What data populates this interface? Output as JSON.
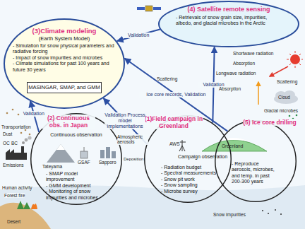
{
  "diagram": {
    "nodes": [
      {
        "text": [
          "(3)Climate modeling",
          "(Earth System Model)",
          "- Simulation for snow physical parameters and radiative forcing",
          "- Impact of snow impurities and microbes",
          "- Climate simulations for past 100 years and future 30 years"
        ]
      },
      {
        "text": [
          "MASINGAR, SMAP, and GMM"
        ],
        "in": 0
      },
      {
        "text": [
          "(4) Satellite remote sensing",
          "- Retrievals of snow grain size, impurities, albedo, and glacial microbes in the Arctic"
        ]
      },
      {
        "text": [
          "(2) Continuous obs. in Japan",
          "Continuous observation",
          "- SMAP model improvement",
          "- GMM development",
          "- Monitoring of snow impurities and microbes"
        ]
      },
      {
        "text": [
          "(1)Field campaign in Greenland",
          "Campaign observation",
          "- Radiation budget",
          "- Spectral measurements",
          "- Snow pit work",
          "- Snow sampling",
          "- Microbe survey"
        ]
      },
      {
        "text": [
          "(5) Ice core drilling",
          "- Reproduce aerosols, microbes, and temp. in past 200-300 years"
        ]
      }
    ],
    "edges": [
      {
        "from": 2,
        "to": 0,
        "label": "Validation",
        "arrow": "to"
      },
      {
        "from": 4,
        "to": 2,
        "label": "Validation",
        "arrow": "to"
      },
      {
        "from": 5,
        "to": 0,
        "label": "Ice core records, Validation",
        "arrow": "to"
      },
      {
        "from": 4,
        "to": 0,
        "label": "Validation Process model implementations",
        "arrow": "to"
      },
      {
        "from": 3,
        "to": 0,
        "label": "Validation",
        "arrow": "to"
      }
    ],
    "labels": [
      "Dust",
      "Transportation",
      "OC",
      "BC",
      "Emissions",
      "Human activity",
      "Forest fire",
      "Desert",
      "Tateyama",
      "GSAF",
      "Sapporo",
      "Atmospheric aerosols",
      "Deposition",
      "AWS",
      "Greenland",
      "Glacial microbes",
      "Snow impurities",
      "Shortwave radiation",
      "Longwave radiation",
      "Absorption",
      "Absorption",
      "Scattering",
      "Scattering",
      "Cloud"
    ]
  }
}
